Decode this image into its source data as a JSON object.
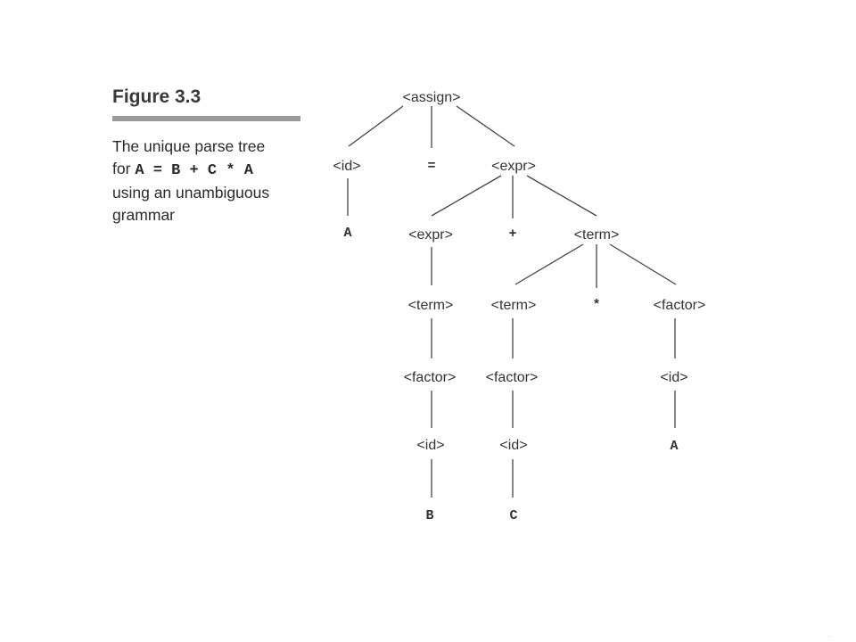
{
  "figure": {
    "title": "Figure 3.3",
    "caption_line1": "The unique parse  tree",
    "caption_for": "for",
    "caption_expr": "A = B + C * A",
    "caption_line3": "using an unambiguous",
    "caption_line4": "grammar"
  },
  "tree": {
    "assign": "<assign>",
    "id_a": "<id>",
    "eq": "=",
    "expr_root": "<expr>",
    "a_leaf": "A",
    "expr_left": "<expr>",
    "plus": "+",
    "term_right": "<term>",
    "term_left": "<term>",
    "term_mid": "<term>",
    "star": "*",
    "factor_right": "<factor>",
    "factor_left": "<factor>",
    "factor_mid": "<factor>",
    "id_right": "<id>",
    "id_left": "<id>",
    "id_mid": "<id>",
    "a_leaf2": "A",
    "b_leaf": "B",
    "c_leaf": "C"
  },
  "corner_mark": "...."
}
